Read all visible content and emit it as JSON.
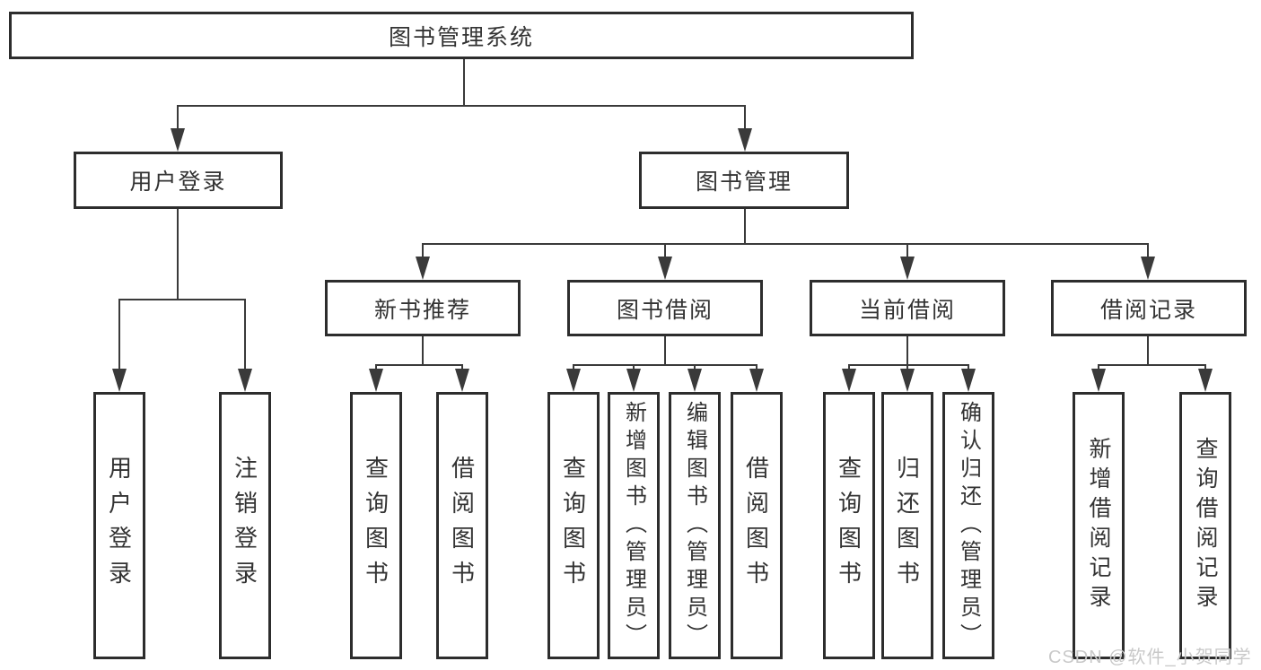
{
  "diagram": {
    "root": {
      "label": "图书管理系统"
    },
    "branches": [
      {
        "label": "用户登录",
        "children": [
          {
            "label": "用户登录"
          },
          {
            "label": "注销登录"
          }
        ]
      },
      {
        "label": "图书管理",
        "children": [
          {
            "label": "新书推荐",
            "children": [
              {
                "label": "查询图书"
              },
              {
                "label": "借阅图书"
              }
            ]
          },
          {
            "label": "图书借阅",
            "children": [
              {
                "label": "查询图书"
              },
              {
                "label": "新增图书（管理员）"
              },
              {
                "label": "编辑图书（管理员）"
              },
              {
                "label": "借阅图书"
              }
            ]
          },
          {
            "label": "当前借阅",
            "children": [
              {
                "label": "查询图书"
              },
              {
                "label": "归还图书"
              },
              {
                "label": "确认归还（管理员）"
              }
            ]
          },
          {
            "label": "借阅记录",
            "children": [
              {
                "label": "新增借阅记录"
              },
              {
                "label": "查询借阅记录"
              }
            ]
          }
        ]
      }
    ]
  },
  "watermark": {
    "text": "CSDN @软件_小贺同学"
  },
  "colors": {
    "line": "#3a3a3a",
    "border": "#2d2d2d",
    "text": "#333333",
    "watermark": "#c9c9c9",
    "background": "#ffffff"
  }
}
